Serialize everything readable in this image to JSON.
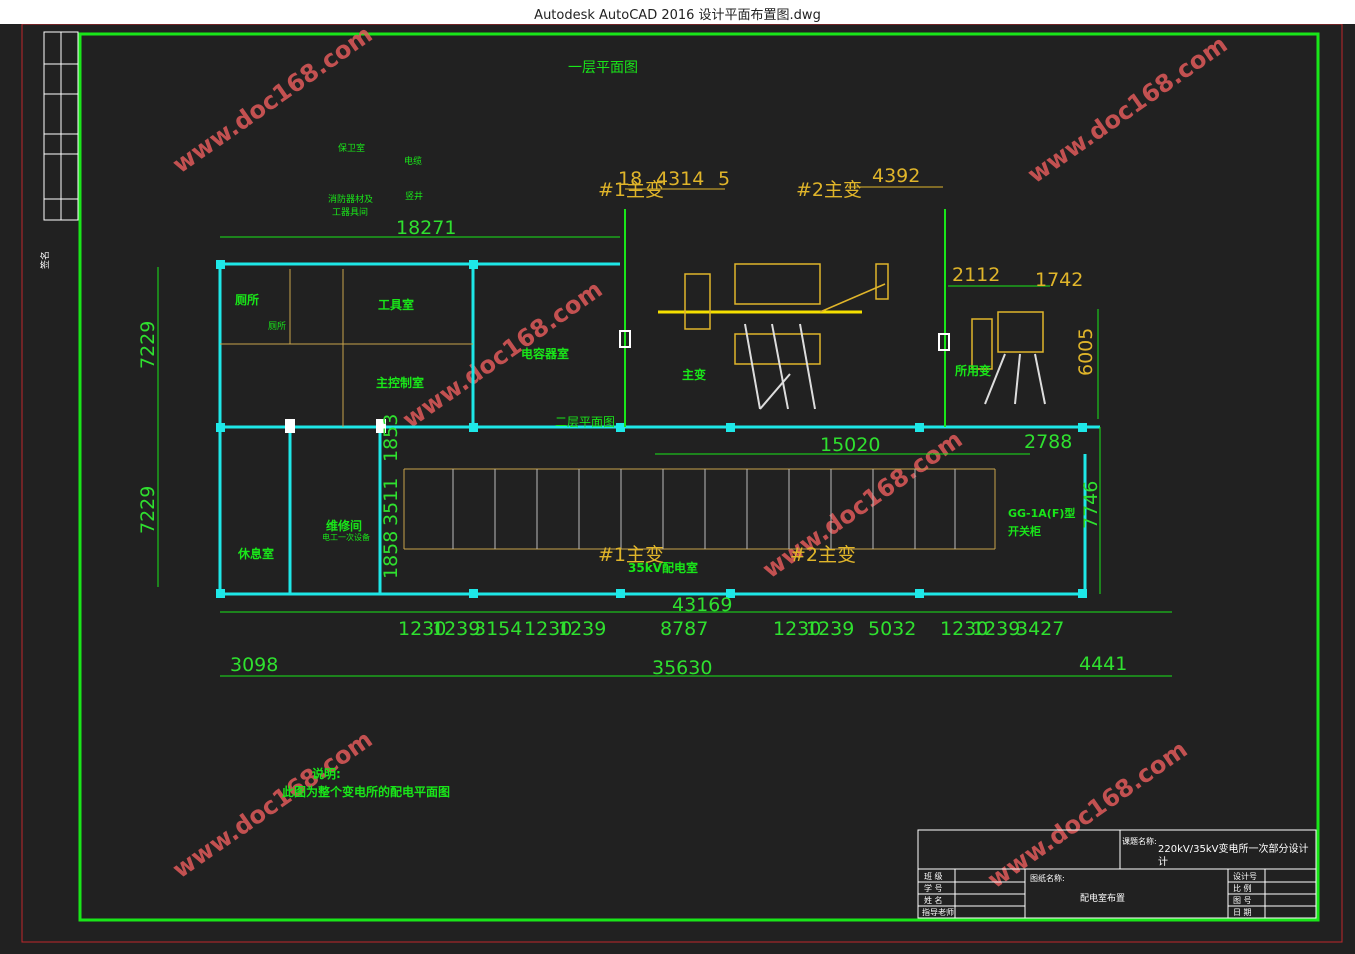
{
  "app": {
    "window_title": "Autodesk AutoCAD 2016     设计平面布置图.dwg"
  },
  "drawing": {
    "floor1_title": "一层平面图",
    "floor2_title": "二层平面图",
    "rooms": {
      "guard_room": "保卫室",
      "cable": "电缆",
      "fire_tools": "消防器材及",
      "fire_tools2": "工器具间",
      "shaft": "竖井",
      "toilet": "厕所",
      "toilet_small": "厕所",
      "tool_room": "工具室",
      "main_control": "主控制室",
      "capacitor_room": "电容器室",
      "main_transformer": "主变",
      "station_transformer": "所用变",
      "rest_room": "休息室",
      "repair_room": "维修间",
      "repair_note": "电工一次设备",
      "kv35_room": "35kV配电室",
      "switchgear_model": "GG-1A(F)型",
      "switchgear_label": "开关柜",
      "t1_label": "#1主变",
      "t2_label": "#2主变",
      "t1_bottom": "#1主变",
      "t2_bottom": "#2主变"
    },
    "dimensions": {
      "d18271": "18271",
      "d18": "18",
      "d4314": "4314",
      "d5": "5",
      "d4392": "4392",
      "d2112": "2112",
      "d1742": "1742",
      "d6005": "6005",
      "d7229a": "7229",
      "d7229b": "7229",
      "d15020": "15020",
      "d2788": "2788",
      "d7746": "7746",
      "d1853": "1853",
      "d3511": "3511",
      "d1858": "1858",
      "d43169": "43169",
      "d1230a": "1230",
      "d1239a": "1239",
      "d3154": "3154",
      "d1230b": "1230",
      "d1239b": "1239",
      "d8787": "8787",
      "d1230c": "1230",
      "d1239c": "1239",
      "d5032": "5032",
      "d1230d": "1230",
      "d1239d": "1239",
      "d3427": "3427",
      "d3098": "3098",
      "d35630": "35630",
      "d4441": "4441"
    },
    "notes": {
      "heading": "说明:",
      "body": "此图为整个变电所的配电平面图"
    },
    "title_block": {
      "project_label": "课题名称:",
      "project_name": "220kV/35kV变电所一次部分设计",
      "project_name2": "计",
      "drawing_label": "图纸名称:",
      "drawing_name": "配电室布置",
      "class": "班  级",
      "student_no": "学  号",
      "name": "姓  名",
      "advisor": "指导老师",
      "designer": "设计号",
      "scale": "比  例",
      "sheet": "图  号",
      "date": "日  期"
    },
    "side_strip": {
      "label": "签名"
    },
    "watermark": "www.doc168.com"
  }
}
